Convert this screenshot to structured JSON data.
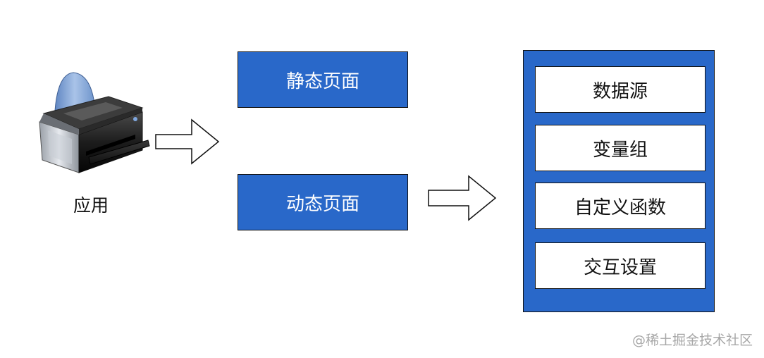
{
  "app": {
    "label": "应用",
    "icon": "printer-icon"
  },
  "pages": {
    "static": "静态页面",
    "dynamic": "动态页面"
  },
  "panel": {
    "items": [
      "数据源",
      "变量组",
      "自定义函数",
      "交互设置"
    ]
  },
  "watermark": "@稀土掘金技术社区",
  "colors": {
    "box_blue": "#2968c9",
    "border": "#111111",
    "watermark": "#a7a7a7"
  }
}
